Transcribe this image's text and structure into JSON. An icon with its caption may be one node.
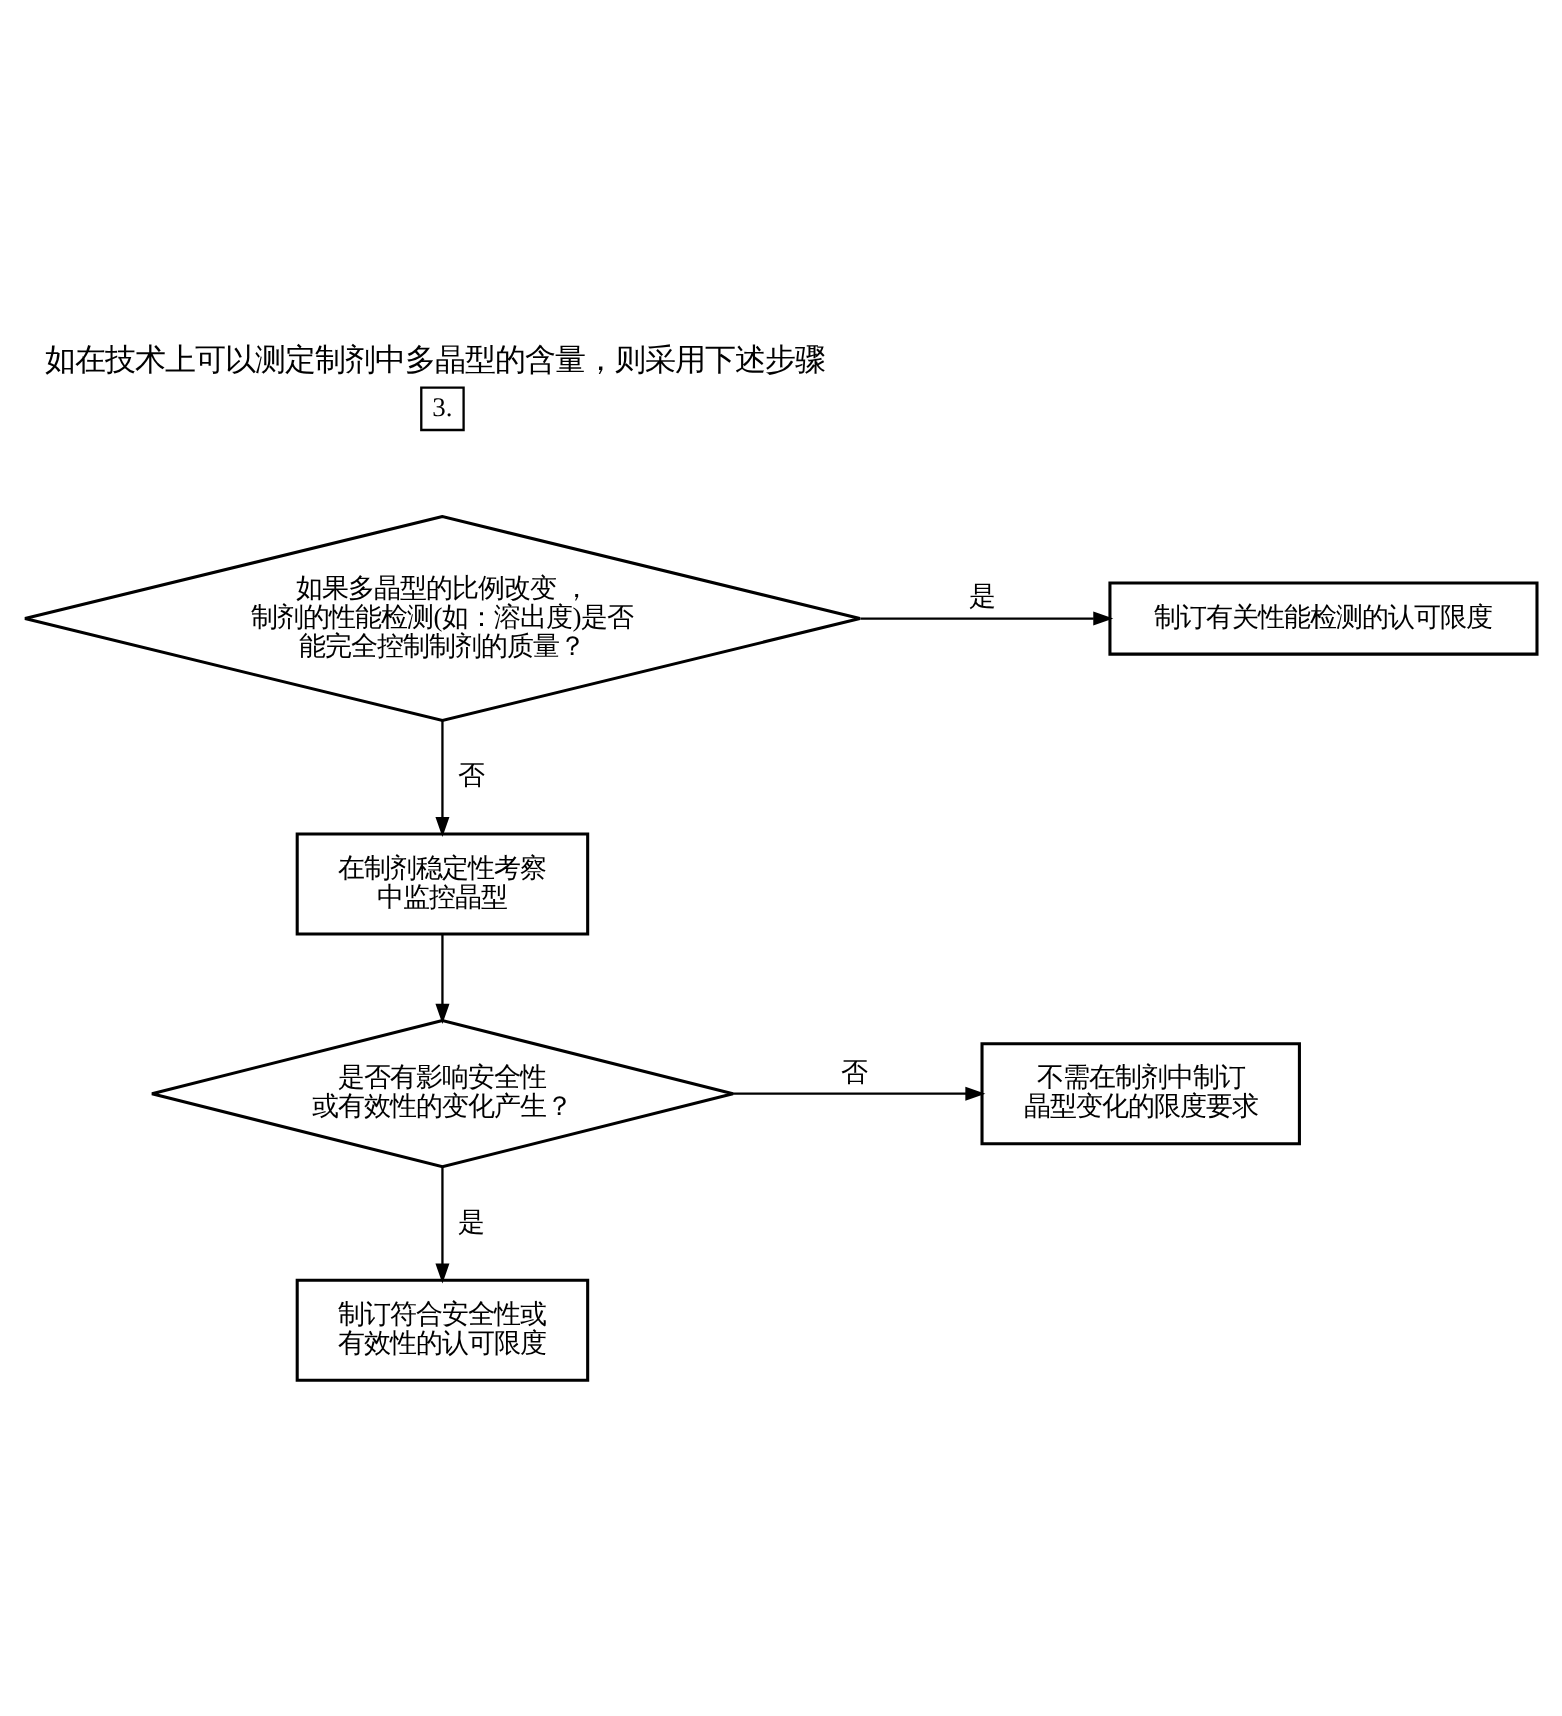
{
  "diagram": {
    "title": "如在技术上可以测定制剂中多晶型的含量，则采用下述步骤",
    "nodes": [
      {
        "text": [
          "3."
        ]
      },
      {
        "text": [
          "如果多晶型的比例改变 ，制剂的性能检测(如：溶出度)是否能完全控制制剂的质量？"
        ]
      },
      {
        "text": [
          "制订有关性能检测的认可限度"
        ]
      },
      {
        "text": [
          "在制剂稳定性考察中监控晶型"
        ]
      },
      {
        "text": [
          "是否有影响安全性或有效性的变化产生？"
        ]
      },
      {
        "text": [
          "不需在制剂中制订晶型变化的限度要求"
        ]
      },
      {
        "text": [
          "制订符合安全性或有效性的认可限度"
        ]
      }
    ],
    "edges": [
      {
        "from": 1,
        "to": 2,
        "arrow": "to",
        "label": "是"
      },
      {
        "from": 1,
        "to": 3,
        "arrow": "to",
        "label": "否"
      },
      {
        "from": 3,
        "to": 4,
        "arrow": "to"
      },
      {
        "from": 4,
        "to": 5,
        "arrow": "to",
        "label": "否"
      },
      {
        "from": 4,
        "to": 6,
        "arrow": "to",
        "label": "是"
      }
    ]
  }
}
